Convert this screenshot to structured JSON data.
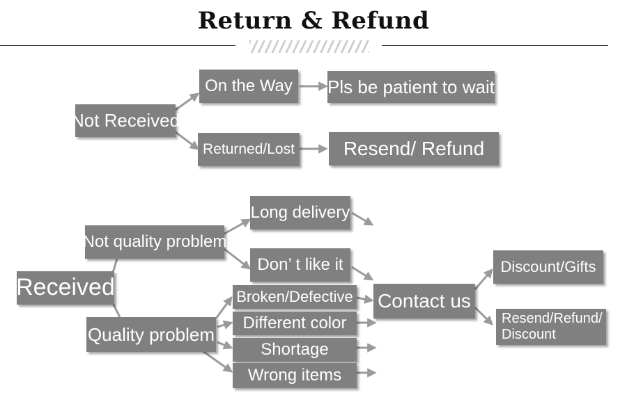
{
  "title": "Return & Refund",
  "colors": {
    "box": "#808080",
    "arrow": "#9a9a9a",
    "text": "#ffffff"
  },
  "nodes": {
    "not_received": "Not Received",
    "on_the_way": "On the Way",
    "pls_wait": "Pls be patient to wait",
    "returned_lost": "Returned/Lost",
    "resend_refund_top": "Resend/ Refund",
    "received": "Received",
    "not_quality_problem": "Not quality problem",
    "long_delivery": "Long delivery",
    "dont_like": "Don’ t like it",
    "quality_problem": "Quality problem",
    "broken": "Broken/Defective",
    "different_color": "Different color",
    "shortage": "Shortage",
    "wrong_items": "Wrong items",
    "contact_us": "Contact us",
    "discount_gifts": "Discount/Gifts",
    "resend_refund_discount": "Resend/Refund/ Discount"
  }
}
